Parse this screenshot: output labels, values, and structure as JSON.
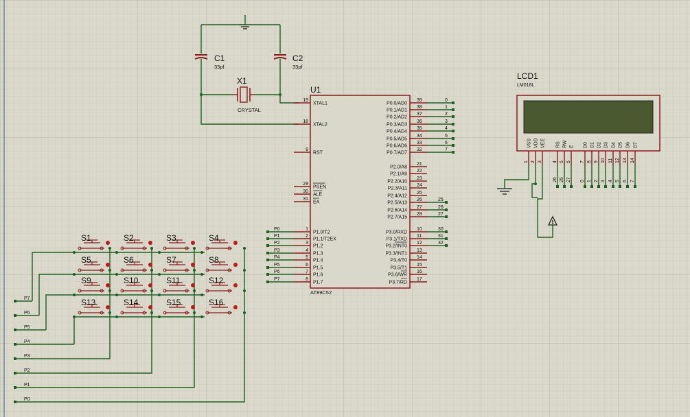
{
  "mcu": {
    "ref": "U1",
    "part": "AT89C52",
    "left_pins": [
      {
        "num": "19",
        "name": "XTAL1"
      },
      {
        "num": "18",
        "name": "XTAL2"
      },
      {
        "num": "9",
        "name": "RST"
      },
      {
        "num": "29",
        "name": "PSEN"
      },
      {
        "num": "30",
        "name": "ALE"
      },
      {
        "num": "31",
        "name": "EA"
      },
      {
        "num": "1",
        "name": "P1.0/T2",
        "net": "P0"
      },
      {
        "num": "2",
        "name": "P1.1/T2EX",
        "net": "P1"
      },
      {
        "num": "3",
        "name": "P1.2",
        "net": "P2"
      },
      {
        "num": "4",
        "name": "P1.3",
        "net": "P3"
      },
      {
        "num": "5",
        "name": "P1.4",
        "net": "P4"
      },
      {
        "num": "6",
        "name": "P1.5",
        "net": "P5"
      },
      {
        "num": "7",
        "name": "P1.6",
        "net": "P6"
      },
      {
        "num": "8",
        "name": "P1.7",
        "net": "P7"
      }
    ],
    "right_pins": [
      {
        "num": "39",
        "name": "P0.0/AD0",
        "net": "0"
      },
      {
        "num": "38",
        "name": "P0.1/AD1",
        "net": "1"
      },
      {
        "num": "37",
        "name": "P0.2/AD2",
        "net": "2"
      },
      {
        "num": "36",
        "name": "P0.3/AD3",
        "net": "3"
      },
      {
        "num": "35",
        "name": "P0.4/AD4",
        "net": "4"
      },
      {
        "num": "34",
        "name": "P0.5/AD5",
        "net": "5"
      },
      {
        "num": "33",
        "name": "P0.6/AD6",
        "net": "6"
      },
      {
        "num": "32",
        "name": "P0.7/AD7",
        "net": "7"
      },
      {
        "num": "21",
        "name": "P2.0/A8",
        "net": ""
      },
      {
        "num": "22",
        "name": "P2.1/A9",
        "net": ""
      },
      {
        "num": "23",
        "name": "P2.2/A10",
        "net": ""
      },
      {
        "num": "24",
        "name": "P2.3/A11",
        "net": ""
      },
      {
        "num": "25",
        "name": "P2.4/A12",
        "net": ""
      },
      {
        "num": "26",
        "name": "P2.5/A13",
        "net": "25"
      },
      {
        "num": "27",
        "name": "P2.6/A14",
        "net": "26"
      },
      {
        "num": "28",
        "name": "P2.7/A15",
        "net": "27"
      },
      {
        "num": "10",
        "name": "P3.0/RXD",
        "net": "30"
      },
      {
        "num": "11",
        "name": "P3.1/TXD",
        "net": "31"
      },
      {
        "num": "12",
        "name": "P3.2/INT0",
        "net": "32"
      },
      {
        "num": "13",
        "name": "P3.3/INT1",
        "net": ""
      },
      {
        "num": "14",
        "name": "P3.4/T0",
        "net": ""
      },
      {
        "num": "15",
        "name": "P3.5/T1",
        "net": ""
      },
      {
        "num": "16",
        "name": "P3.6/WR",
        "net": ""
      },
      {
        "num": "17",
        "name": "P3.7/RD",
        "net": ""
      }
    ]
  },
  "crystal": {
    "ref": "X1",
    "value": "CRYSTAL"
  },
  "caps": [
    {
      "ref": "C1",
      "value": "33pf"
    },
    {
      "ref": "C2",
      "value": "33pf"
    }
  ],
  "lcd": {
    "ref": "LCD1",
    "part": "LM016L",
    "pins": [
      {
        "name": "VSS",
        "num": "1",
        "net": ""
      },
      {
        "name": "VDD",
        "num": "2",
        "net": ""
      },
      {
        "name": "VEE",
        "num": "3",
        "net": ""
      },
      {
        "name": "RS",
        "num": "4",
        "net": "26"
      },
      {
        "name": "RW",
        "num": "5",
        "net": "25"
      },
      {
        "name": "E",
        "num": "6",
        "net": "27"
      },
      {
        "name": "D0",
        "num": "7",
        "net": "0"
      },
      {
        "name": "D1",
        "num": "8",
        "net": "1"
      },
      {
        "name": "D2",
        "num": "9",
        "net": "2"
      },
      {
        "name": "D3",
        "num": "10",
        "net": "3"
      },
      {
        "name": "D4",
        "num": "11",
        "net": "4"
      },
      {
        "name": "D5",
        "num": "12",
        "net": "5"
      },
      {
        "name": "D6",
        "num": "13",
        "net": "6"
      },
      {
        "name": "D7",
        "num": "14",
        "net": "7"
      }
    ]
  },
  "switches": [
    "S1",
    "S2",
    "S3",
    "S4",
    "S5",
    "S6",
    "S7",
    "S8",
    "S9",
    "S10",
    "S11",
    "S12",
    "S13",
    "S14",
    "S15",
    "S16"
  ],
  "keypad_nets": [
    "P7",
    "P6",
    "P5",
    "P4",
    "P3",
    "P2",
    "P1",
    "P0"
  ],
  "colors": {
    "wire": "#1f5f1f",
    "component": "#8a1a1a",
    "grid_minor": "#c6c5b6",
    "grid_major": "#b4b3a3",
    "background": "#d9d8ca"
  }
}
